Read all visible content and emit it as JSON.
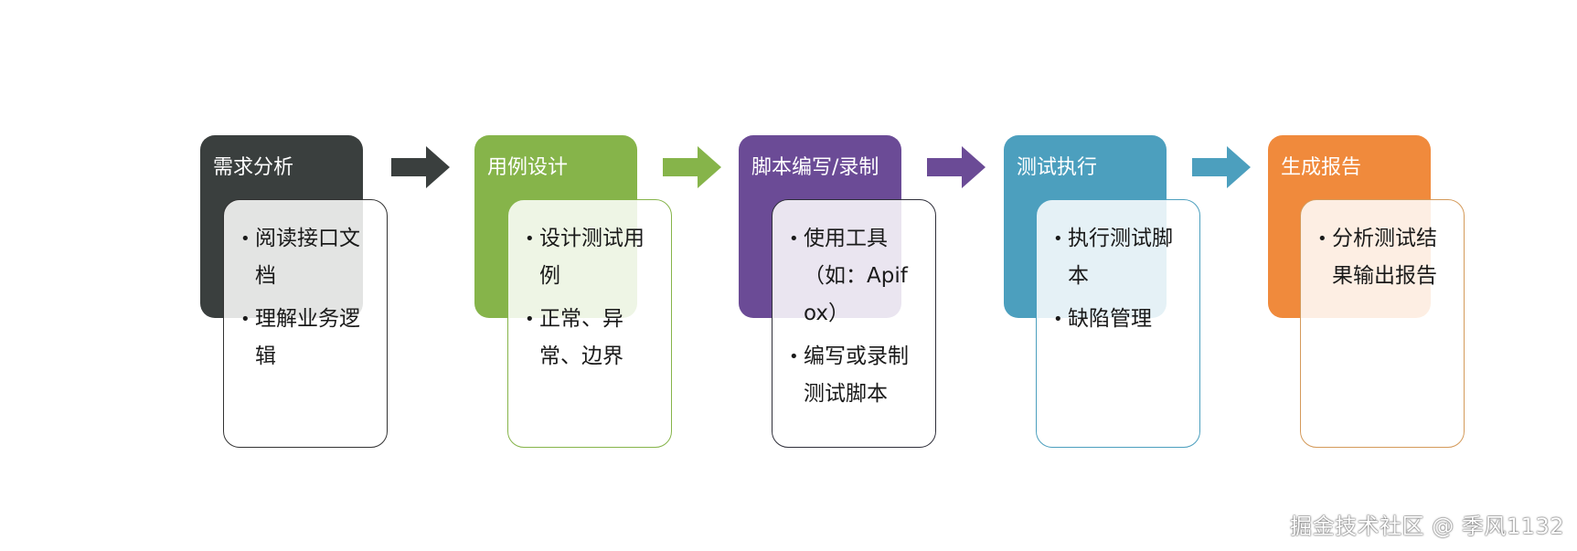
{
  "colors": {
    "stage1": "#3a3f3e",
    "stage2": "#86b44a",
    "stage3": "#6b4b96",
    "stage4": "#4c9fbe",
    "stage5": "#f08a3c",
    "card1_border": "#333333",
    "card2_border": "#86b44a",
    "card3_border": "#2f2f3a",
    "card4_border": "#4c9fbe",
    "card5_border": "#d49a5a"
  },
  "stages": [
    {
      "title": "需求分析",
      "items": [
        "阅读接口文档",
        "理解业务逻辑"
      ]
    },
    {
      "title": "用例设计",
      "items": [
        "设计测试用例",
        "正常、异常、边界"
      ]
    },
    {
      "title": "脚本编写/录制",
      "items": [
        "使用工具（如：Apifox）",
        "编写或录制测试脚本"
      ]
    },
    {
      "title": "测试执行",
      "items": [
        "执行测试脚本",
        "缺陷管理"
      ]
    },
    {
      "title": "生成报告",
      "items": [
        "分析测试结果输出报告"
      ]
    }
  ],
  "watermark": "掘金技术社区 @ 季风1132"
}
